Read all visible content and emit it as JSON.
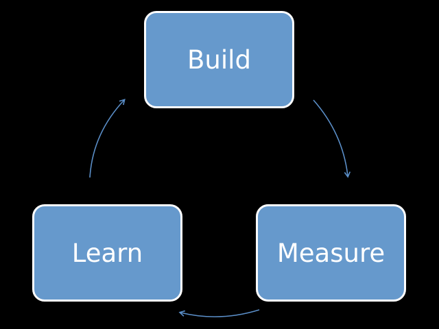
{
  "diagram": {
    "colors": {
      "background": "#000000",
      "node_fill": "#6699cc",
      "node_border": "#ffffff",
      "text": "#ffffff",
      "arrow": "#5b8fc9"
    },
    "nodes": {
      "build": {
        "label": "Build"
      },
      "measure": {
        "label": "Measure"
      },
      "learn": {
        "label": "Learn"
      }
    },
    "edges": [
      {
        "from": "Build",
        "to": "Measure"
      },
      {
        "from": "Measure",
        "to": "Learn"
      },
      {
        "from": "Learn",
        "to": "Build"
      }
    ]
  }
}
